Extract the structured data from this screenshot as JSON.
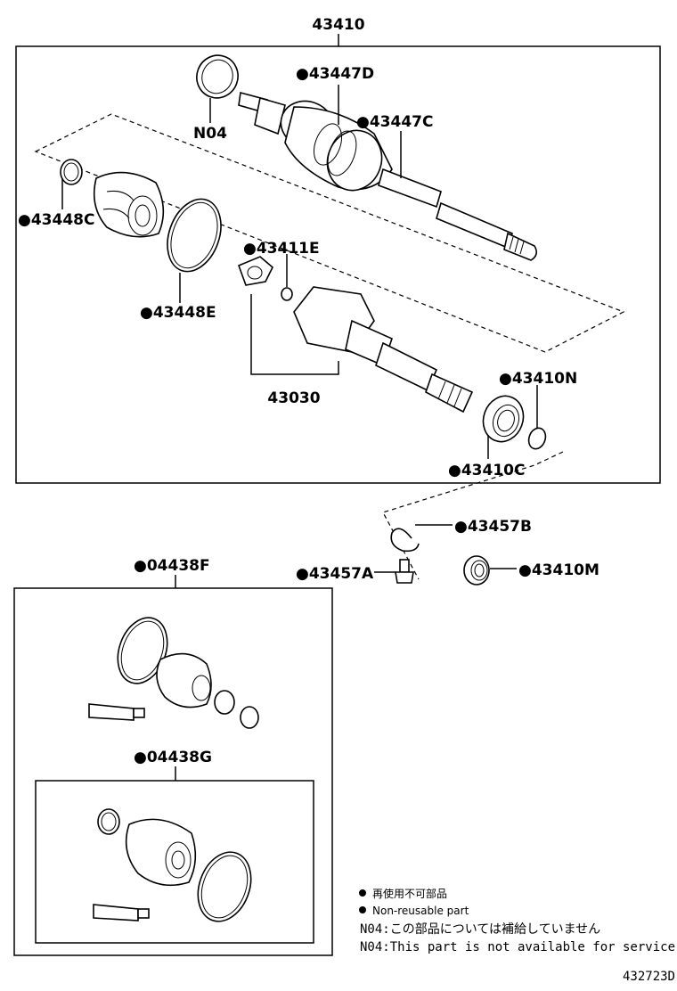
{
  "assembly_label": "43410",
  "labels": {
    "n04": "N04",
    "p43447d": "●43447D",
    "p43447c": "●43447C",
    "p43448c": "●43448C",
    "p43448e": "●43448E",
    "p43411e": "●43411E",
    "p43030": "43030",
    "p43410n": "●43410N",
    "p43410c": "●43410C",
    "p43457b": "●43457B",
    "p43457a": "●43457A",
    "p43410m": "●43410M",
    "p04438f": "●04438F",
    "p04438g": "●04438G"
  },
  "legend": {
    "jp_line": "再使用不可部品",
    "en_line": "Non-reusable part",
    "n04_jp": "N04:この部品については補給していません",
    "n04_en": "N04:This part is not available for service"
  },
  "diagram_id": "432723D"
}
